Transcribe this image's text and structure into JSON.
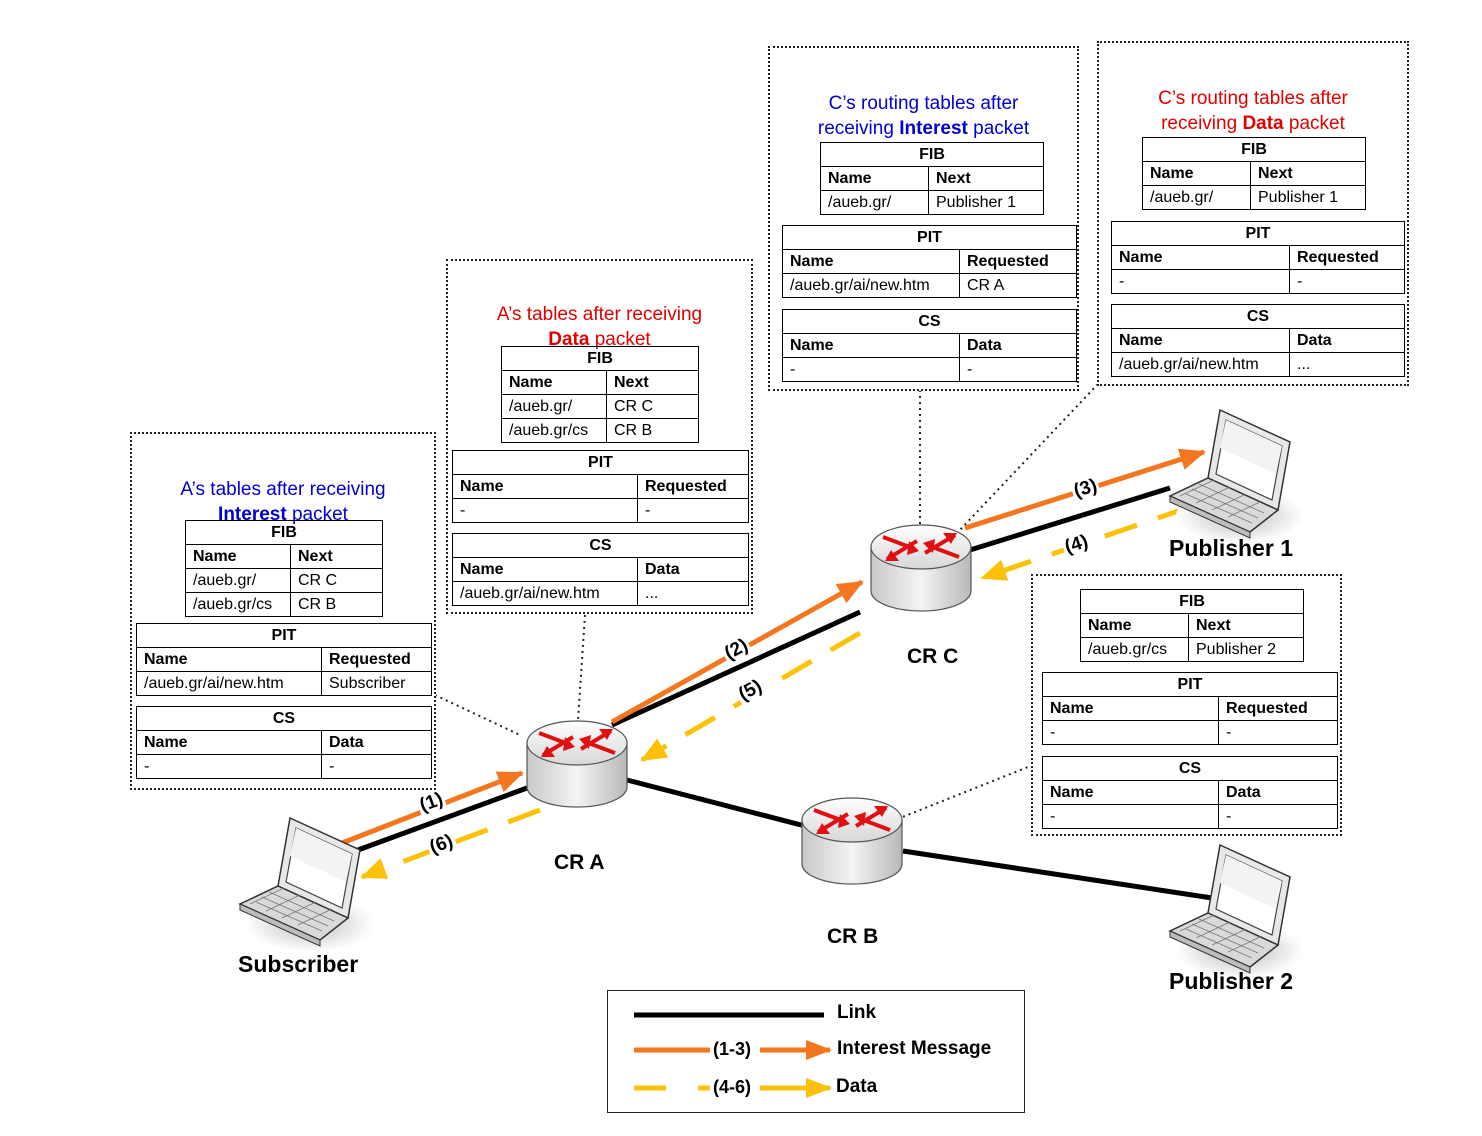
{
  "colors": {
    "interest": "#f4761f",
    "data": "#ffc107",
    "link": "#000000",
    "blue_title": "#0000d0",
    "red_title": "#e00000"
  },
  "nodes": {
    "subscriber": "Subscriber",
    "publisher1": "Publisher 1",
    "publisher2": "Publisher 2",
    "cra": "CR A",
    "crb": "CR B",
    "crc": "CR C"
  },
  "arrow_labels": {
    "a1": "(1)",
    "a2": "(2)",
    "a3": "(3)",
    "a4": "(4)",
    "a5": "(5)",
    "a6": "(6)"
  },
  "panels": {
    "a_interest": {
      "title_pre": "A’s tables after receiving",
      "title_bold": "Interest",
      "title_post": " packet",
      "fib": {
        "header": "FIB",
        "cols": [
          "Name",
          "Next"
        ],
        "rows": [
          [
            "/aueb.gr/",
            "CR C"
          ],
          [
            "/aueb.gr/cs",
            "CR B"
          ]
        ]
      },
      "pit": {
        "header": "PIT",
        "cols": [
          "Name",
          "Requested"
        ],
        "rows": [
          [
            "/aueb.gr/ai/new.htm",
            "Subscriber"
          ]
        ]
      },
      "cs": {
        "header": "CS",
        "cols": [
          "Name",
          "Data"
        ],
        "rows": [
          [
            "-",
            "-"
          ]
        ]
      }
    },
    "a_data": {
      "title_pre": "A’s tables after receiving",
      "title_bold": "Data",
      "title_post": " packet",
      "fib": {
        "header": "FIB",
        "cols": [
          "Name",
          "Next"
        ],
        "rows": [
          [
            "/aueb.gr/",
            "CR C"
          ],
          [
            "/aueb.gr/cs",
            "CR B"
          ]
        ]
      },
      "pit": {
        "header": "PIT",
        "cols": [
          "Name",
          "Requested"
        ],
        "rows": [
          [
            "-",
            "-"
          ]
        ]
      },
      "cs": {
        "header": "CS",
        "cols": [
          "Name",
          "Data"
        ],
        "rows": [
          [
            "/aueb.gr/ai/new.htm",
            "..."
          ]
        ]
      }
    },
    "c_interest": {
      "title_pre": "C’s routing tables after",
      "title_mid": "receiving ",
      "title_bold": "Interest",
      "title_post": " packet",
      "fib": {
        "header": "FIB",
        "cols": [
          "Name",
          "Next"
        ],
        "rows": [
          [
            "/aueb.gr/",
            "Publisher 1"
          ]
        ]
      },
      "pit": {
        "header": "PIT",
        "cols": [
          "Name",
          "Requested"
        ],
        "rows": [
          [
            "/aueb.gr/ai/new.htm",
            "CR A"
          ]
        ]
      },
      "cs": {
        "header": "CS",
        "cols": [
          "Name",
          "Data"
        ],
        "rows": [
          [
            "-",
            "-"
          ]
        ]
      }
    },
    "c_data": {
      "title_pre": "C’s routing tables after",
      "title_mid": "receiving ",
      "title_bold": "Data",
      "title_post": " packet",
      "fib": {
        "header": "FIB",
        "cols": [
          "Name",
          "Next"
        ],
        "rows": [
          [
            "/aueb.gr/",
            "Publisher 1"
          ]
        ]
      },
      "pit": {
        "header": "PIT",
        "cols": [
          "Name",
          "Requested"
        ],
        "rows": [
          [
            "-",
            "-"
          ]
        ]
      },
      "cs": {
        "header": "CS",
        "cols": [
          "Name",
          "Data"
        ],
        "rows": [
          [
            "/aueb.gr/ai/new.htm",
            "..."
          ]
        ]
      }
    },
    "b": {
      "fib": {
        "header": "FIB",
        "cols": [
          "Name",
          "Next"
        ],
        "rows": [
          [
            "/aueb.gr/cs",
            "Publisher 2"
          ]
        ]
      },
      "pit": {
        "header": "PIT",
        "cols": [
          "Name",
          "Requested"
        ],
        "rows": [
          [
            "-",
            "-"
          ]
        ]
      },
      "cs": {
        "header": "CS",
        "cols": [
          "Name",
          "Data"
        ],
        "rows": [
          [
            "-",
            "-"
          ]
        ]
      }
    }
  },
  "legend": {
    "link": "Link",
    "interest_range": "(1-3)",
    "interest": "Interest Message",
    "data_range": "(4-6)",
    "data": "Data"
  }
}
